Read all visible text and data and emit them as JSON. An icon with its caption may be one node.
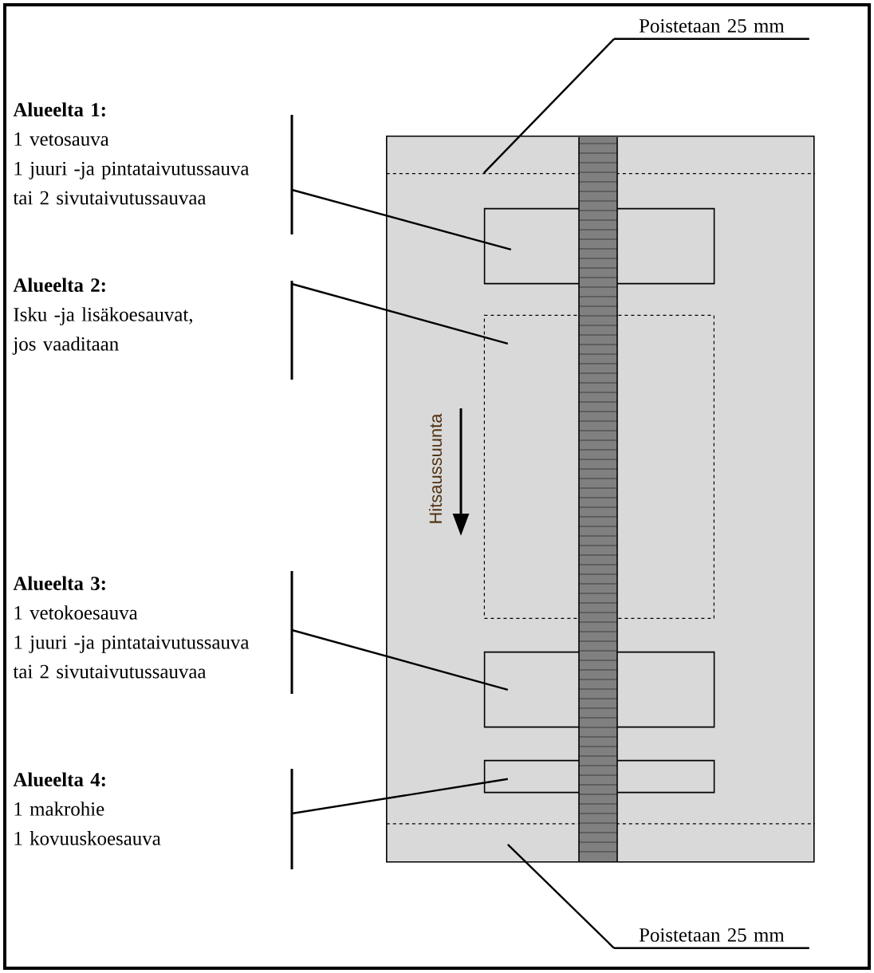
{
  "diagram": {
    "nodes": [
      {
        "text": [
          "Poistetaan 25 mm"
        ]
      },
      {
        "text": [
          "Alueelta 1:",
          "1 vetosauva",
          "1 juuri -ja pintataivutussauva",
          "tai 2 sivutaivutussauvaa"
        ]
      },
      {
        "text": [
          "Alueelta 2:",
          "Isku -ja lisäkoesauvat,",
          "jos vaaditaan"
        ]
      },
      {
        "text": [
          "Alueelta 3:",
          "1 vetokoesauva",
          "1 juuri -ja pintataivutussauva",
          "tai 2 sivutaivutussauvaa"
        ]
      },
      {
        "text": [
          "Alueelta 4:",
          "1 makrohie",
          "1 kovuuskoesauva"
        ]
      },
      {
        "text": [
          "Poistetaan 25 mm"
        ]
      },
      {
        "text": [],
        "shape": "box"
      },
      {
        "text": [],
        "shape": "box",
        "in": 6
      },
      {
        "text": [],
        "shape": "box",
        "in": 6
      },
      {
        "text": [],
        "shape": "box",
        "in": 6
      },
      {
        "text": [],
        "shape": "box",
        "in": 6
      },
      {
        "text": [],
        "shape": "box",
        "in": 6
      },
      {
        "text": [],
        "shape": "box",
        "in": 6
      }
    ],
    "edges": [
      {
        "from": 0,
        "to": 7,
        "arrow": "none"
      },
      {
        "from": 1,
        "to": 8,
        "arrow": "none"
      },
      {
        "from": 2,
        "to": 9,
        "arrow": "none"
      },
      {
        "from": 3,
        "to": 10,
        "arrow": "none"
      },
      {
        "from": 4,
        "to": 11,
        "arrow": "none"
      },
      {
        "from": 5,
        "to": 12,
        "arrow": "none"
      }
    ],
    "labels": [
      "Hitsaussuunta"
    ]
  }
}
